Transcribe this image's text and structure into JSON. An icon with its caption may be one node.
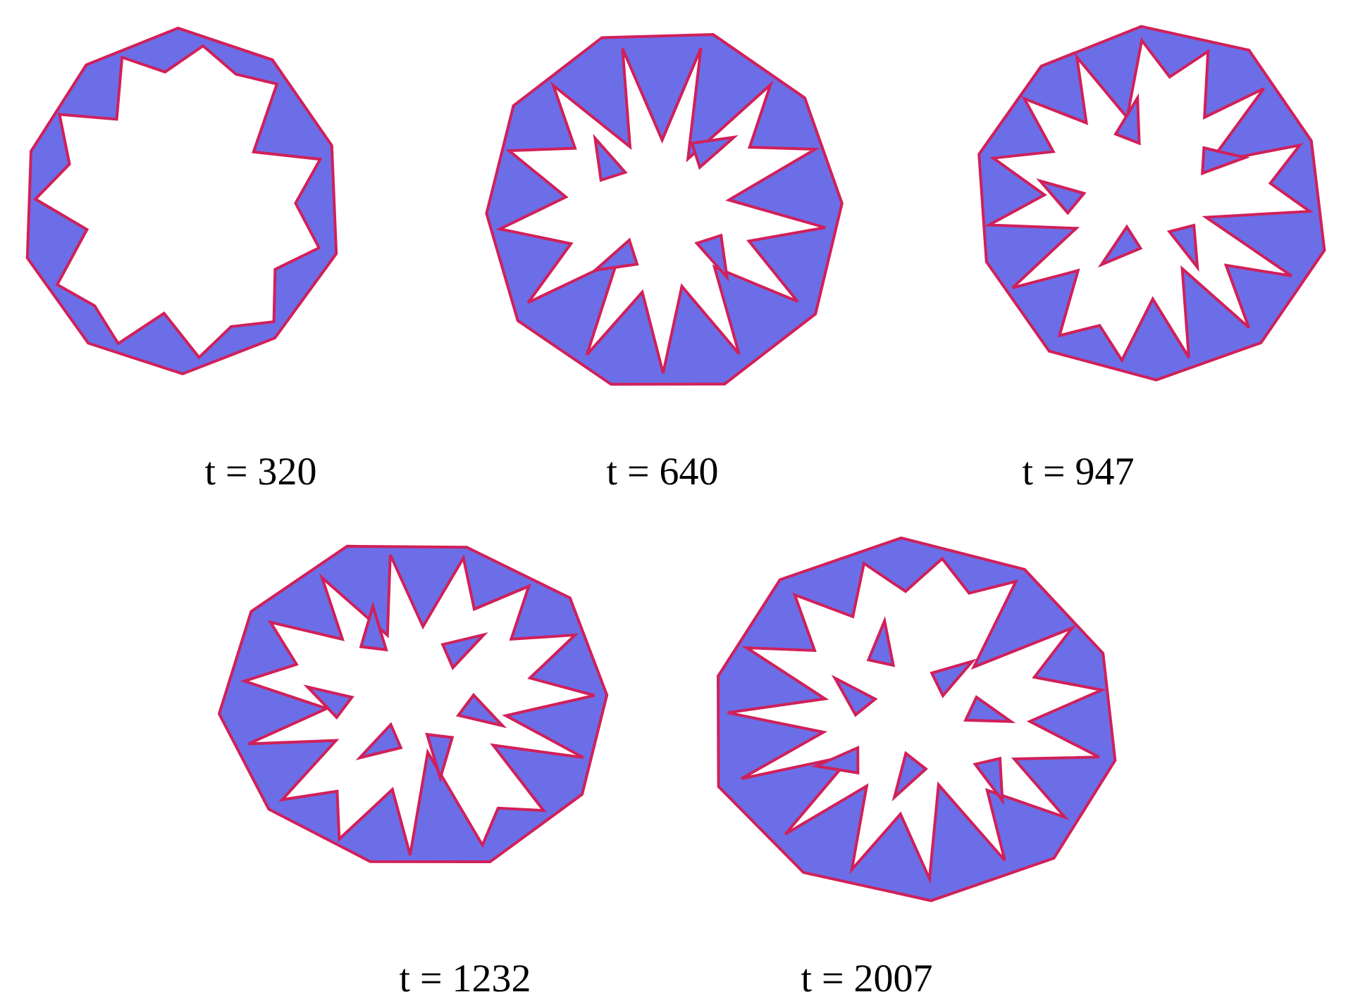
{
  "diagram": {
    "nodes": [
      {
        "text": [],
        "shape": "picture",
        "beside": [
          "t = 320"
        ]
      },
      {
        "text": [],
        "shape": "picture",
        "beside": [
          "t = 640"
        ]
      },
      {
        "text": [],
        "shape": "picture",
        "beside": [
          "t = 947"
        ]
      },
      {
        "text": [],
        "shape": "picture",
        "beside": [
          "t = 1232"
        ]
      },
      {
        "text": [],
        "shape": "picture",
        "beside": [
          "t = 2007"
        ]
      }
    ]
  }
}
